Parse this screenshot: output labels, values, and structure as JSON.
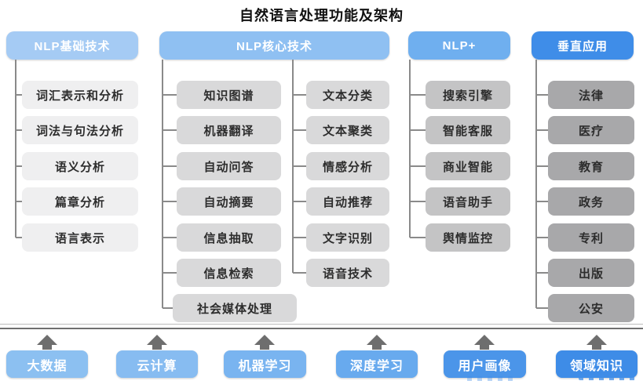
{
  "title": "自然语言处理功能及架构",
  "tree": {
    "columns": [
      {
        "header": "NLP基础技术",
        "items": [
          "词汇表示和分析",
          "词法与句法分析",
          "语义分析",
          "篇章分析",
          "语言表示"
        ]
      },
      {
        "header": "NLP核心技术",
        "left_items": [
          "知识图谱",
          "机器翻译",
          "自动问答",
          "自动摘要",
          "信息抽取",
          "信息检索",
          "社会媒体处理"
        ],
        "right_items": [
          "文本分类",
          "文本聚类",
          "情感分析",
          "自动推荐",
          "文字识别",
          "语音技术"
        ]
      },
      {
        "header": "NLP+",
        "items": [
          "搜索引擎",
          "智能客服",
          "商业智能",
          "语音助手",
          "舆情监控"
        ]
      },
      {
        "header": "垂直应用",
        "items": [
          "法律",
          "医疗",
          "教育",
          "政务",
          "专利",
          "出版",
          "公安"
        ]
      }
    ]
  },
  "foundation": {
    "items": [
      {
        "label": "大数据",
        "color": "#8cc0f1"
      },
      {
        "label": "云计算",
        "color": "#87bcf1"
      },
      {
        "label": "机器学习",
        "color": "#79b4f0"
      },
      {
        "label": "深度学习",
        "color": "#68aaee"
      },
      {
        "label": "用户画像",
        "color": "#4b95e9"
      },
      {
        "label": "领域知识",
        "color": "#3e8ce7"
      }
    ]
  },
  "colors": {
    "header_level1": "#a5cbf4",
    "header_level2": "#8fc0f2",
    "header_level3": "#6fafef",
    "header_level4": "#3f8de8",
    "item_level1": "#efeff0",
    "item_level2": "#d9d9da",
    "item_level3": "#c4c4c5",
    "item_level4": "#a8a8aa",
    "connector": "#8a8a8a",
    "arrow": "#6e6e6e"
  }
}
